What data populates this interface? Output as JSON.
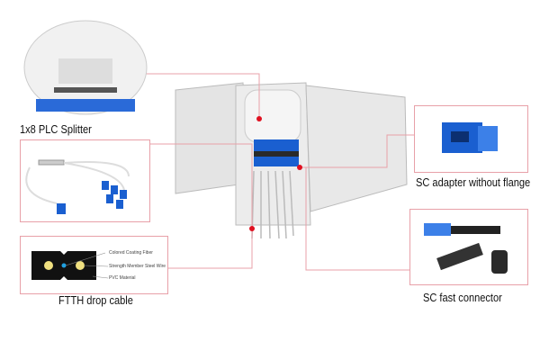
{
  "callouts": {
    "splitter_label": "1x8 PLC Splitter",
    "drop_cable_label": "FTTH drop cable",
    "adapter_label": "SC adapter without flange",
    "connector_label": "SC fast connector"
  },
  "drop_cable_legend": [
    "Colored Coating Fiber",
    "Strength Member Steel Wire",
    "PVC Material"
  ],
  "colors": {
    "callout_line": "#e8a0a8",
    "marker_dot": "#e01020",
    "adapter_blue": "#1a5fd0",
    "enclosure": "#e6e6e6"
  }
}
